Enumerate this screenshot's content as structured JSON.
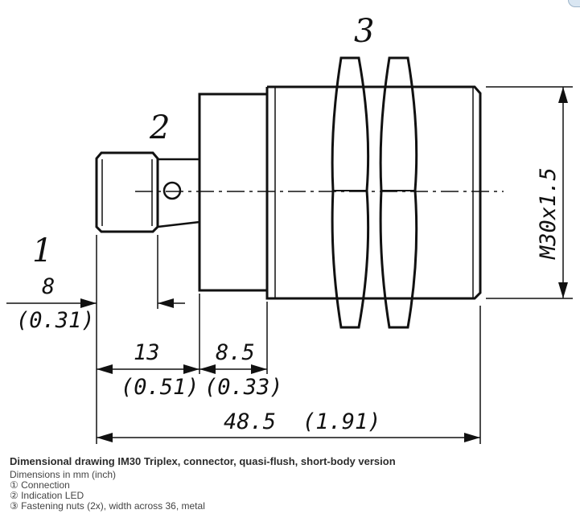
{
  "drawing": {
    "callouts": {
      "connection": "1",
      "led": "2",
      "nuts": "3"
    },
    "dimensions": {
      "connector_mm": "8",
      "connector_in": "(0.31)",
      "connector_to_body_mm": "13",
      "connector_to_body_in": "(0.51)",
      "flush_mm": "8.5",
      "flush_in": "(0.33)",
      "total_mm": "48.5",
      "total_in": "(1.91)",
      "thread": "M30x1.5"
    }
  },
  "caption": {
    "title": "Dimensional drawing IM30 Triplex, connector, quasi-flush, short-body version",
    "units": "Dimensions in mm (inch)",
    "legend": [
      "① Connection",
      "② Indication LED",
      "③ Fastening nuts (2x), width across 36, metal"
    ]
  }
}
